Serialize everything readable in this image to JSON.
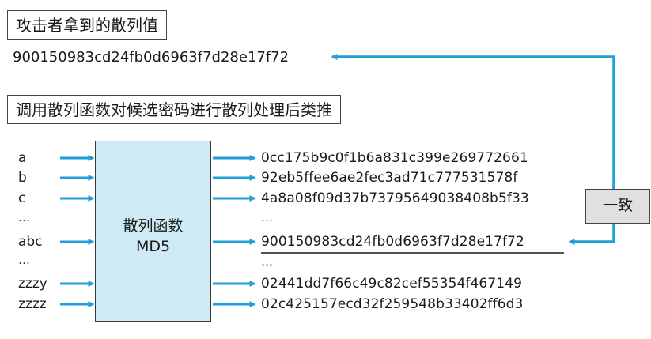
{
  "top_label": "攻击者拿到的散列值",
  "target_hash": "900150983cd24fb0d6963f7d28e17f72",
  "process_label": "调用散列函数对候选密码进行散列处理后类推",
  "function_box": {
    "name": "散列函数",
    "algorithm": "MD5"
  },
  "match_label": "一致",
  "ellipsis": "…",
  "inputs": [
    "a",
    "b",
    "c",
    "abc",
    "zzzy",
    "zzzz"
  ],
  "outputs": [
    "0cc175b9c0f1b6a831c399e269772661",
    "92eb5ffee6ae2fec3ad71c777531578f",
    "4a8a08f09d37b73795649038408b5f33",
    "900150983cd24fb0d6963f7d28e17f72",
    "02441dd7f66c49c82cef55354f467149",
    "02c425157ecd32f259548b33402ff6d3"
  ],
  "colors": {
    "arrow": "#1f9ed8",
    "box_fill": "#cdeaf5",
    "match_fill": "#e0e0e0"
  }
}
